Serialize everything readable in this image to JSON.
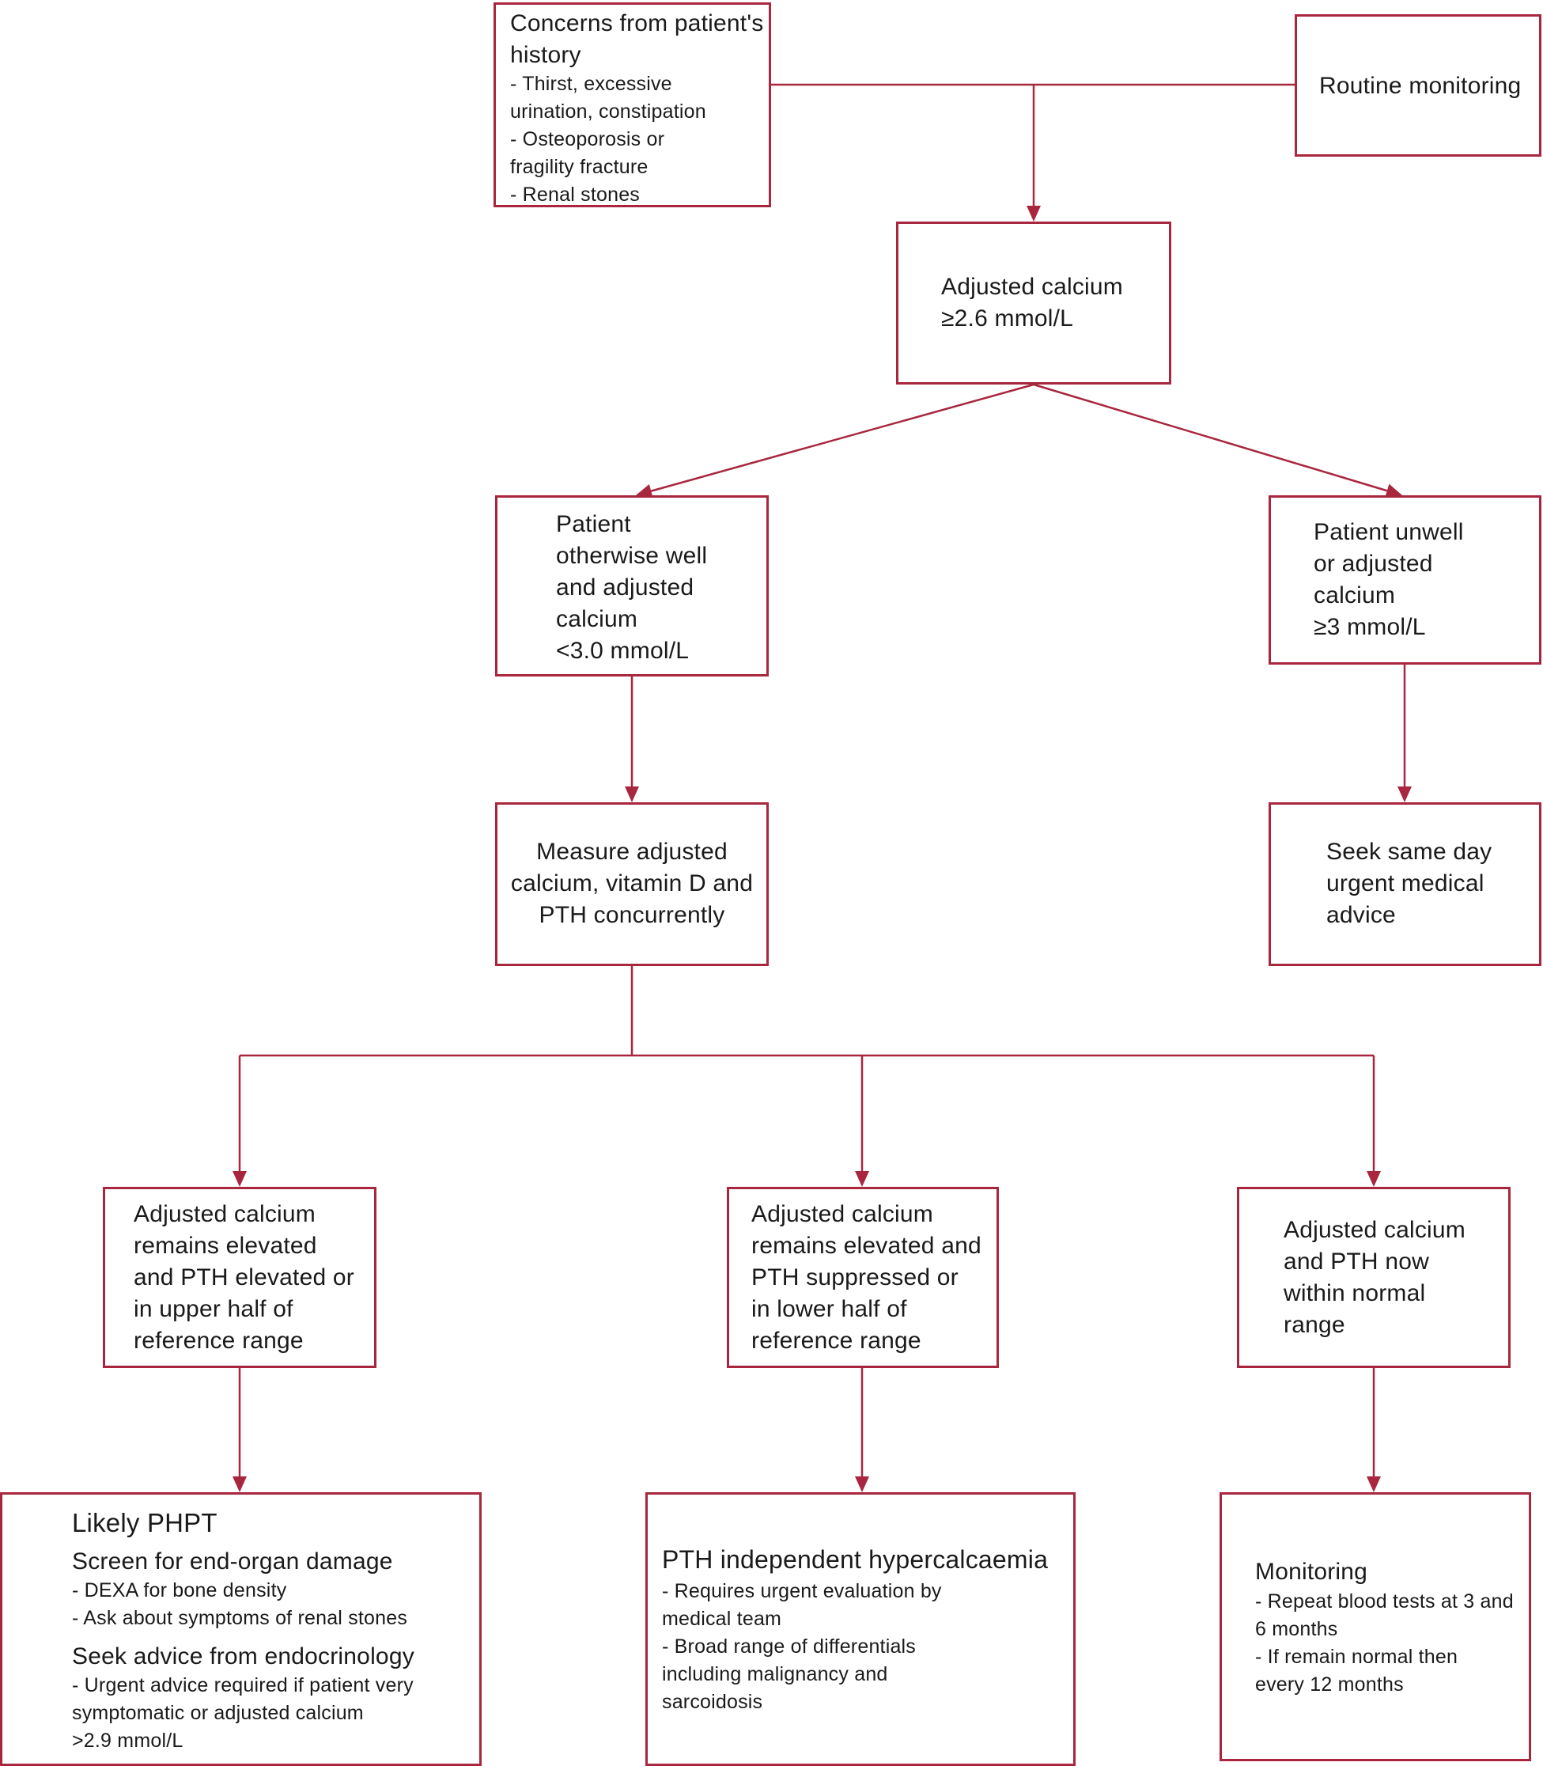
{
  "colors": {
    "accent": "#a8263e",
    "text": "#1a1a1a"
  },
  "nodes": {
    "history": {
      "title": "Concerns from patient's\nhistory",
      "items": "- Thirst, excessive\nurination, constipation\n- Osteoporosis or\nfragility fracture\n- Renal stones"
    },
    "routine": {
      "text": "Routine monitoring"
    },
    "adjusted": {
      "text": "Adjusted calcium\n≥2.6 mmol/L"
    },
    "well": {
      "text": "Patient\notherwise well\nand adjusted\ncalcium\n<3.0 mmol/L"
    },
    "unwell": {
      "text": "Patient unwell\nor adjusted\ncalcium\n≥3 mmol/L"
    },
    "measure": {
      "text": "Measure adjusted\ncalcium, vitamin D and\nPTH concurrently"
    },
    "urgent": {
      "text": "Seek same day\nurgent medical\nadvice"
    },
    "elevated": {
      "text": "Adjusted calcium\nremains elevated\nand PTH elevated or\nin upper half of\nreference range"
    },
    "suppressed": {
      "text": "Adjusted calcium\nremains elevated and\nPTH suppressed or\nin lower half of\nreference range"
    },
    "normal": {
      "text": "Adjusted calcium\nand PTH now\nwithin normal\nrange"
    },
    "phpt": {
      "title": "Likely PHPT",
      "screen_heading": "Screen for end-organ damage",
      "screen_items": "- DEXA for bone density\n- Ask about symptoms of renal stones",
      "advice_heading": "Seek advice from endocrinology",
      "advice_items": "- Urgent advice required if patient very\nsymptomatic or adjusted calcium\n>2.9 mmol/L"
    },
    "pth_indep": {
      "title": "PTH independent hypercalcaemia",
      "items": "- Requires urgent evaluation by\nmedical team\n- Broad range of differentials\nincluding malignancy and\nsarcoidosis"
    },
    "monitoring": {
      "title": "Monitoring",
      "items": "- Repeat blood tests at 3 and\n6 months\n- If remain normal then\nevery 12 months"
    }
  }
}
